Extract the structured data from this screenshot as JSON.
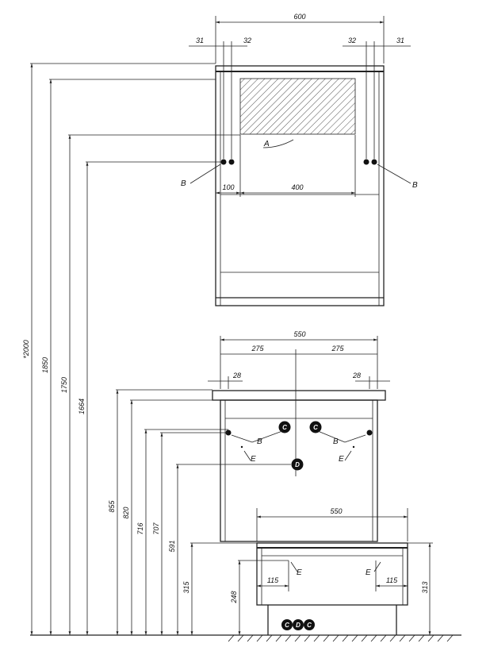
{
  "diagram": {
    "mirror": {
      "width_total": "600",
      "offset_left": "31",
      "offset_left_inner": "32",
      "offset_right_inner": "32",
      "offset_right": "31",
      "hole_offset": "100",
      "hole_spacing": "400",
      "callout_a": "A",
      "callout_b_left": "B",
      "callout_b_right": "B"
    },
    "heights": {
      "h_2000": "*2000",
      "h_1850": "1850",
      "h_1750": "1750",
      "h_1664": "1664",
      "h_855": "855",
      "h_820": "820",
      "h_716": "716",
      "h_707": "707",
      "h_591": "591",
      "h_315": "315",
      "h_248": "248",
      "h_313": "313"
    },
    "cabinet": {
      "width_total": "550",
      "half_left": "275",
      "half_right": "275",
      "edge_left": "28",
      "edge_right": "28",
      "callout_b_left": "B",
      "callout_b_right": "B",
      "callout_e_left": "E",
      "callout_e_right": "E",
      "marker_c1": "C",
      "marker_c2": "C",
      "marker_d": "D"
    },
    "base": {
      "width_total": "550",
      "offset_left": "115",
      "offset_right": "115",
      "callout_e_left": "E",
      "callout_e_right": "E",
      "marker_c_left": "C",
      "marker_d": "D",
      "marker_c_right": "C"
    }
  }
}
